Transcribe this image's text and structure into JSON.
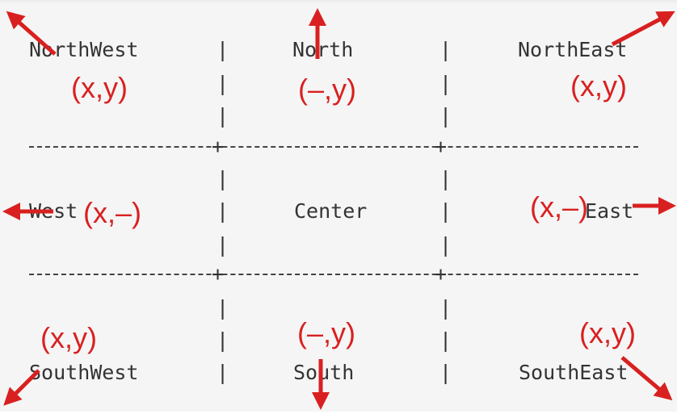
{
  "cells": {
    "northwest": "NorthWest",
    "north": "North",
    "northeast": "NorthEast",
    "west": "West",
    "center": "Center",
    "east": "East",
    "southwest": "SouthWest",
    "south": "South",
    "southeast": "SouthEast"
  },
  "coords": {
    "northwest": "(x,y)",
    "north": "(–,y)",
    "northeast": "(x,y)",
    "west": "(x,–)",
    "east": "(x,–)",
    "southwest": "(x,y)",
    "south": "(–,y)",
    "southeast": "(x,y)"
  },
  "grid": {
    "vertical_separator": "|",
    "junction": "+"
  },
  "colors": {
    "arrow": "#d92020",
    "text": "#333333",
    "background": "#f5f5f5"
  },
  "arrow_icons": [
    "arrow-northwest-icon",
    "arrow-north-icon",
    "arrow-northeast-icon",
    "arrow-west-icon",
    "arrow-east-icon",
    "arrow-southwest-icon",
    "arrow-south-icon",
    "arrow-southeast-icon"
  ]
}
